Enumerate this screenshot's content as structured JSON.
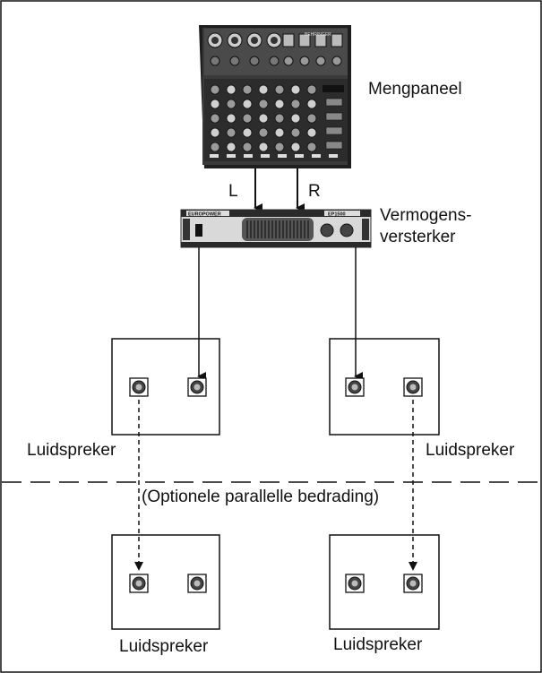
{
  "labels": {
    "mixer": "Mengpaneel",
    "amplifier_line1": "Vermogens-",
    "amplifier_line2": "versterker",
    "channel_left": "L",
    "channel_right": "R",
    "optional_wiring": "(Optionele parallelle bedrading)"
  },
  "speakers": [
    {
      "label": "Luidspreker"
    },
    {
      "label": "Luidspreker"
    },
    {
      "label": "Luidspreker"
    },
    {
      "label": "Luidspreker"
    }
  ],
  "device_text": {
    "mixer_brand": "BEHRINGER",
    "amp_brand": "EUROPOWER",
    "amp_model": "EP1500"
  },
  "colors": {
    "line": "#111111",
    "device_dark": "#2a2a2a",
    "device_mid": "#8a8a8a",
    "device_light": "#d9d9d9",
    "background": "#ffffff"
  }
}
